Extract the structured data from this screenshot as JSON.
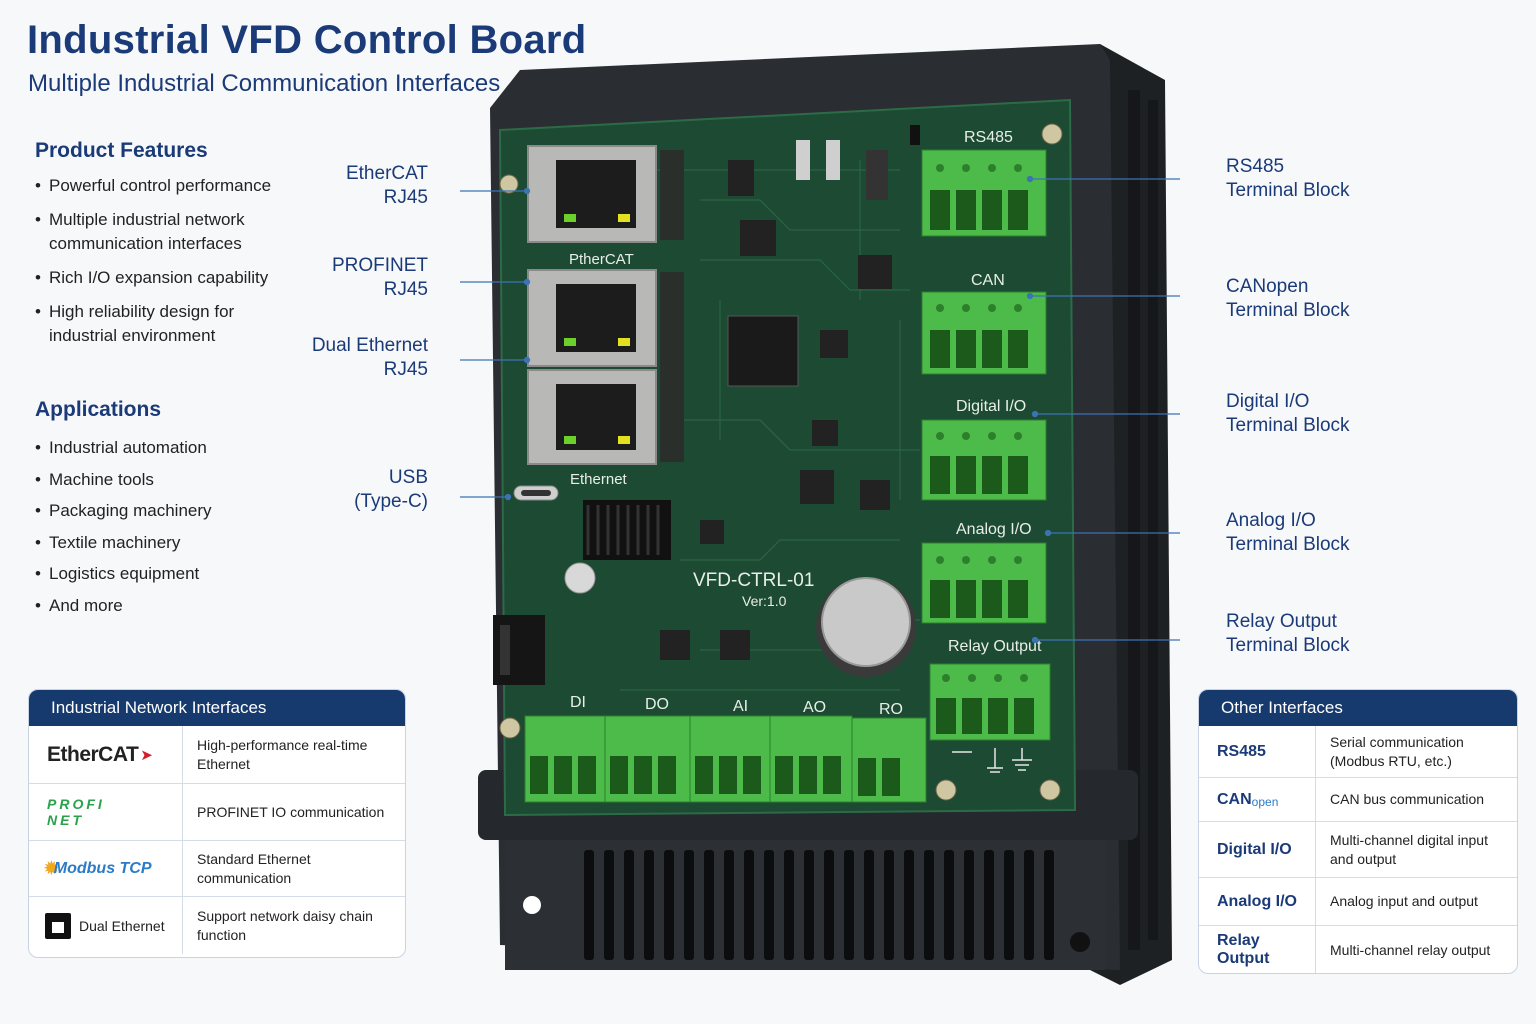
{
  "title": "Industrial VFD Control Board",
  "subtitle": "Multiple Industrial Communication Interfaces",
  "features": {
    "heading": "Product Features",
    "items": [
      "Powerful control performance",
      "Multiple industrial network communication interfaces",
      "Rich I/O expansion capability",
      "High reliability design for industrial environment"
    ]
  },
  "applications": {
    "heading": "Applications",
    "items": [
      "Industrial automation",
      "Machine tools",
      "Packaging machinery",
      "Textile machinery",
      "Logistics equipment",
      "And more"
    ]
  },
  "left_callouts": [
    {
      "line1": "EtherCAT",
      "line2": "RJ45"
    },
    {
      "line1": "PROFINET",
      "line2": "RJ45"
    },
    {
      "line1": "Dual Ethernet",
      "line2": "RJ45"
    },
    {
      "line1": "USB",
      "line2": "(Type-C)"
    }
  ],
  "right_callouts": [
    {
      "line1": "RS485",
      "line2": "Terminal Block"
    },
    {
      "line1": "CANopen",
      "line2": "Terminal Block"
    },
    {
      "line1": "Digital I/O",
      "line2": "Terminal Block"
    },
    {
      "line1": "Analog I/O",
      "line2": "Terminal Block"
    },
    {
      "line1": "Relay Output",
      "line2": "Terminal Block"
    }
  ],
  "board": {
    "silk_ethercat": "PtherCAT",
    "silk_ethernet": "Ethernet",
    "model": "VFD-CTRL-01",
    "version": "Ver:1.0",
    "silk_rs485": "RS485",
    "silk_can": "CAN",
    "silk_digital": "Digital I/O",
    "silk_analog": "Analog I/O",
    "silk_relay": "Relay Output",
    "bottom_labels": [
      "DI",
      "DO",
      "AI",
      "AO",
      "RO"
    ]
  },
  "network_card": {
    "heading": "Industrial Network Interfaces",
    "rows": [
      {
        "logo": "EtherCAT",
        "desc": "High-performance real-time Ethernet"
      },
      {
        "logo": "PROFI NET",
        "desc": "PROFINET IO communication"
      },
      {
        "logo": "Modbus TCP",
        "desc": "Standard Ethernet communication"
      },
      {
        "logo": "Dual Ethernet",
        "desc": "Support network daisy chain function"
      }
    ]
  },
  "other_card": {
    "heading": "Other Interfaces",
    "rows": [
      {
        "name": "RS485",
        "desc": "Serial communication (Modbus RTU, etc.)"
      },
      {
        "name": "CAN",
        "name_suffix": "open",
        "desc": "CAN bus communication"
      },
      {
        "name": "Digital I/O",
        "desc": "Multi-channel digital input and output"
      },
      {
        "name": "Analog I/O",
        "desc": "Analog input and output"
      },
      {
        "name": "Relay Output",
        "desc": "Multi-channel relay output"
      }
    ]
  },
  "colors": {
    "brand_blue": "#1b3a78",
    "header_blue": "#163a6e",
    "pcb_green": "#1d4a33",
    "terminal_green": "#4cbb4a",
    "enclosure": "#2a2d31"
  }
}
